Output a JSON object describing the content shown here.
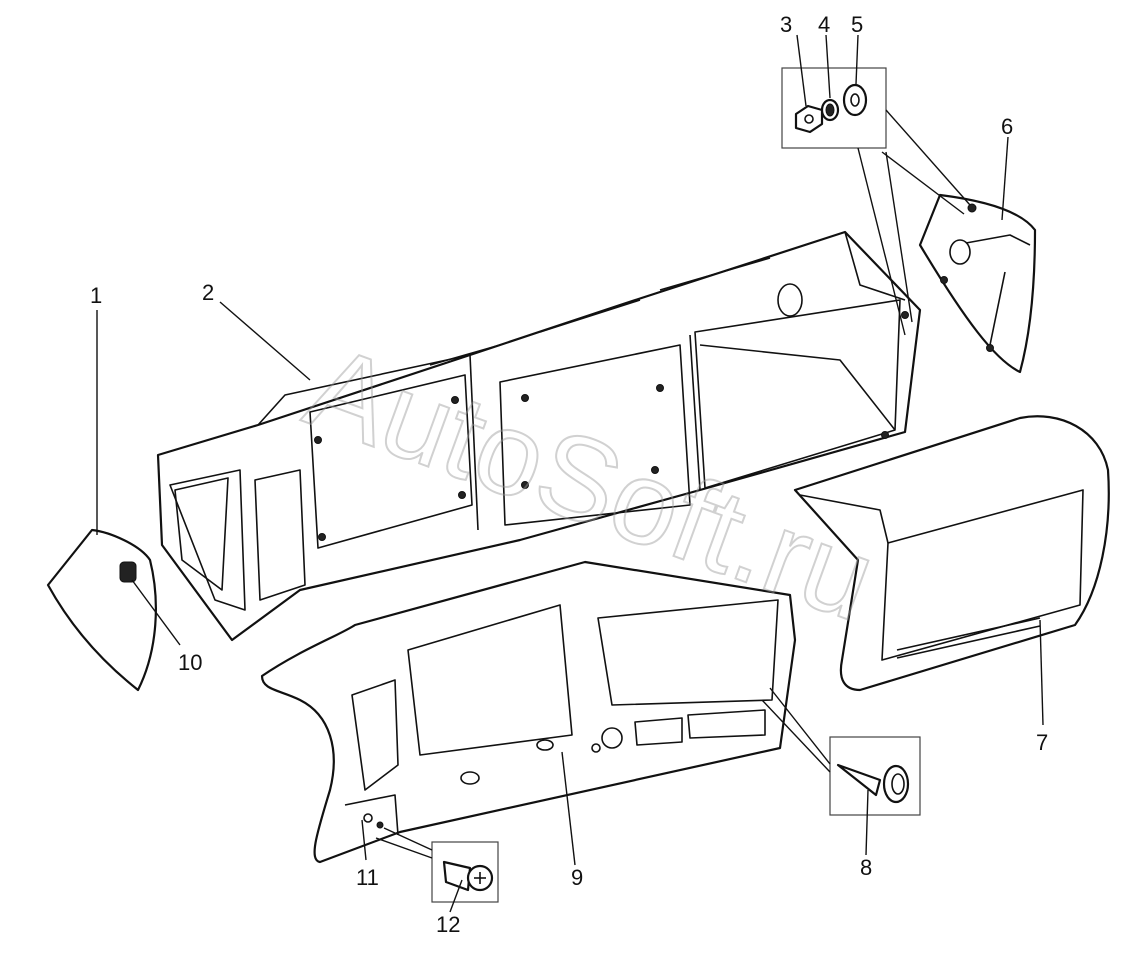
{
  "watermark": "AutoSoft.ru",
  "callouts": {
    "c1": "1",
    "c2": "2",
    "c3": "3",
    "c4": "4",
    "c5": "5",
    "c6": "6",
    "c7": "7",
    "c8": "8",
    "c9": "9",
    "c10": "10",
    "c11": "11",
    "c12": "12"
  }
}
